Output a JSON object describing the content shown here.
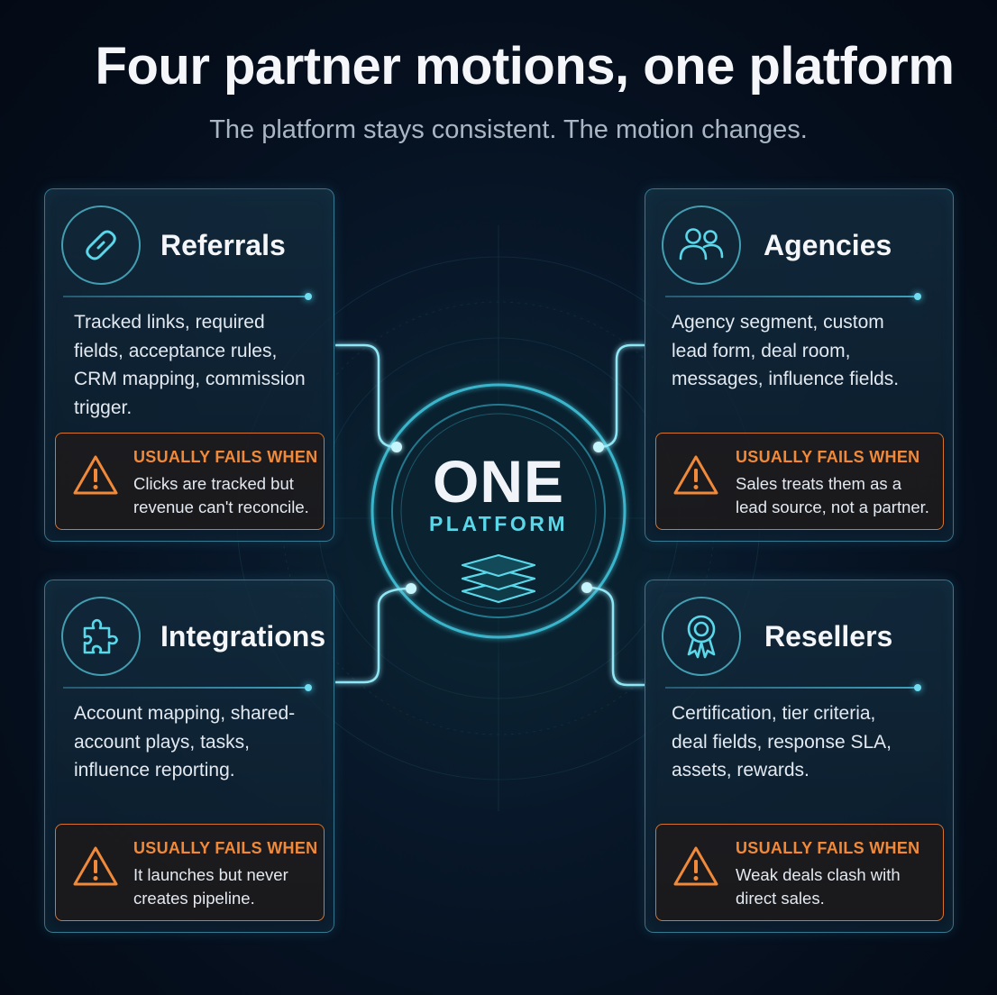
{
  "header": {
    "title": "Four partner motions, one platform",
    "subtitle": "The platform stays consistent. The motion changes."
  },
  "center": {
    "line1": "ONE",
    "line2": "PLATFORM",
    "icon": "layers-icon"
  },
  "colors": {
    "accent": "#5ad8ea",
    "warning": "#f08a3a",
    "background": "#07121f"
  },
  "cards": [
    {
      "title": "Referrals",
      "icon": "link-icon",
      "body": "Tracked links, required fields, acceptance rules, CRM mapping, commission trigger.",
      "fail_heading": "USUALLY FAILS WHEN",
      "fail_text": "Clicks are tracked but revenue can't reconcile."
    },
    {
      "title": "Agencies",
      "icon": "users-icon",
      "body": "Agency segment, custom lead form, deal room, messages, influence fields.",
      "fail_heading": "USUALLY FAILS WHEN",
      "fail_text": "Sales treats them as a lead source, not a partner."
    },
    {
      "title": "Integrations",
      "icon": "puzzle-icon",
      "body": "Account mapping, shared-account plays, tasks, influence reporting.",
      "fail_heading": "USUALLY FAILS WHEN",
      "fail_text": "It launches but never creates pipeline."
    },
    {
      "title": "Resellers",
      "icon": "award-ribbon-icon",
      "body": "Certification, tier criteria, deal fields, response SLA, assets, rewards.",
      "fail_heading": "USUALLY FAILS WHEN",
      "fail_text": "Weak deals clash with direct sales."
    }
  ]
}
